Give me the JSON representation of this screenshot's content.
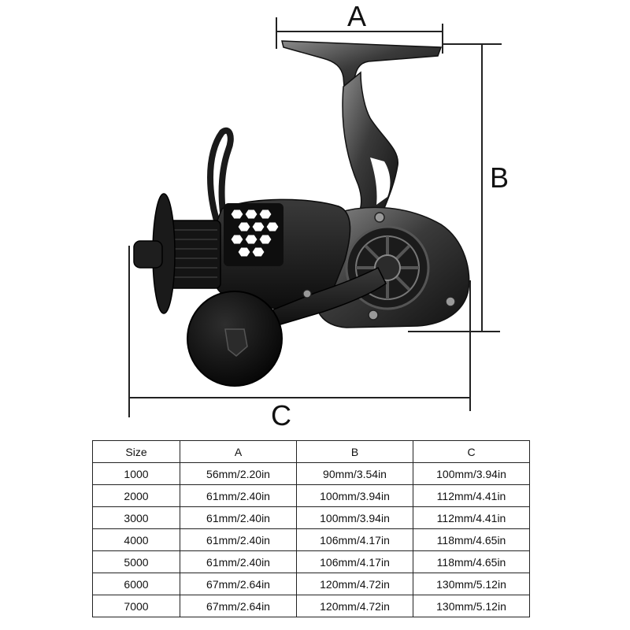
{
  "dimensions": {
    "a_label": "A",
    "b_label": "B",
    "c_label": "C"
  },
  "product": {
    "image_name": "spinning-fishing-reel",
    "body_color": "#1a1a1a",
    "metal_color": "#6a6a6a"
  },
  "table": {
    "headers": [
      "Size",
      "A",
      "B",
      "C"
    ],
    "rows": [
      [
        "1000",
        "56mm/2.20in",
        "90mm/3.54in",
        "100mm/3.94in"
      ],
      [
        "2000",
        "61mm/2.40in",
        "100mm/3.94in",
        "112mm/4.41in"
      ],
      [
        "3000",
        "61mm/2.40in",
        "100mm/3.94in",
        "112mm/4.41in"
      ],
      [
        "4000",
        "61mm/2.40in",
        "106mm/4.17in",
        "118mm/4.65in"
      ],
      [
        "5000",
        "61mm/2.40in",
        "106mm/4.17in",
        "118mm/4.65in"
      ],
      [
        "6000",
        "67mm/2.64in",
        "120mm/4.72in",
        "130mm/5.12in"
      ],
      [
        "7000",
        "67mm/2.64in",
        "120mm/4.72in",
        "130mm/5.12in"
      ]
    ]
  }
}
